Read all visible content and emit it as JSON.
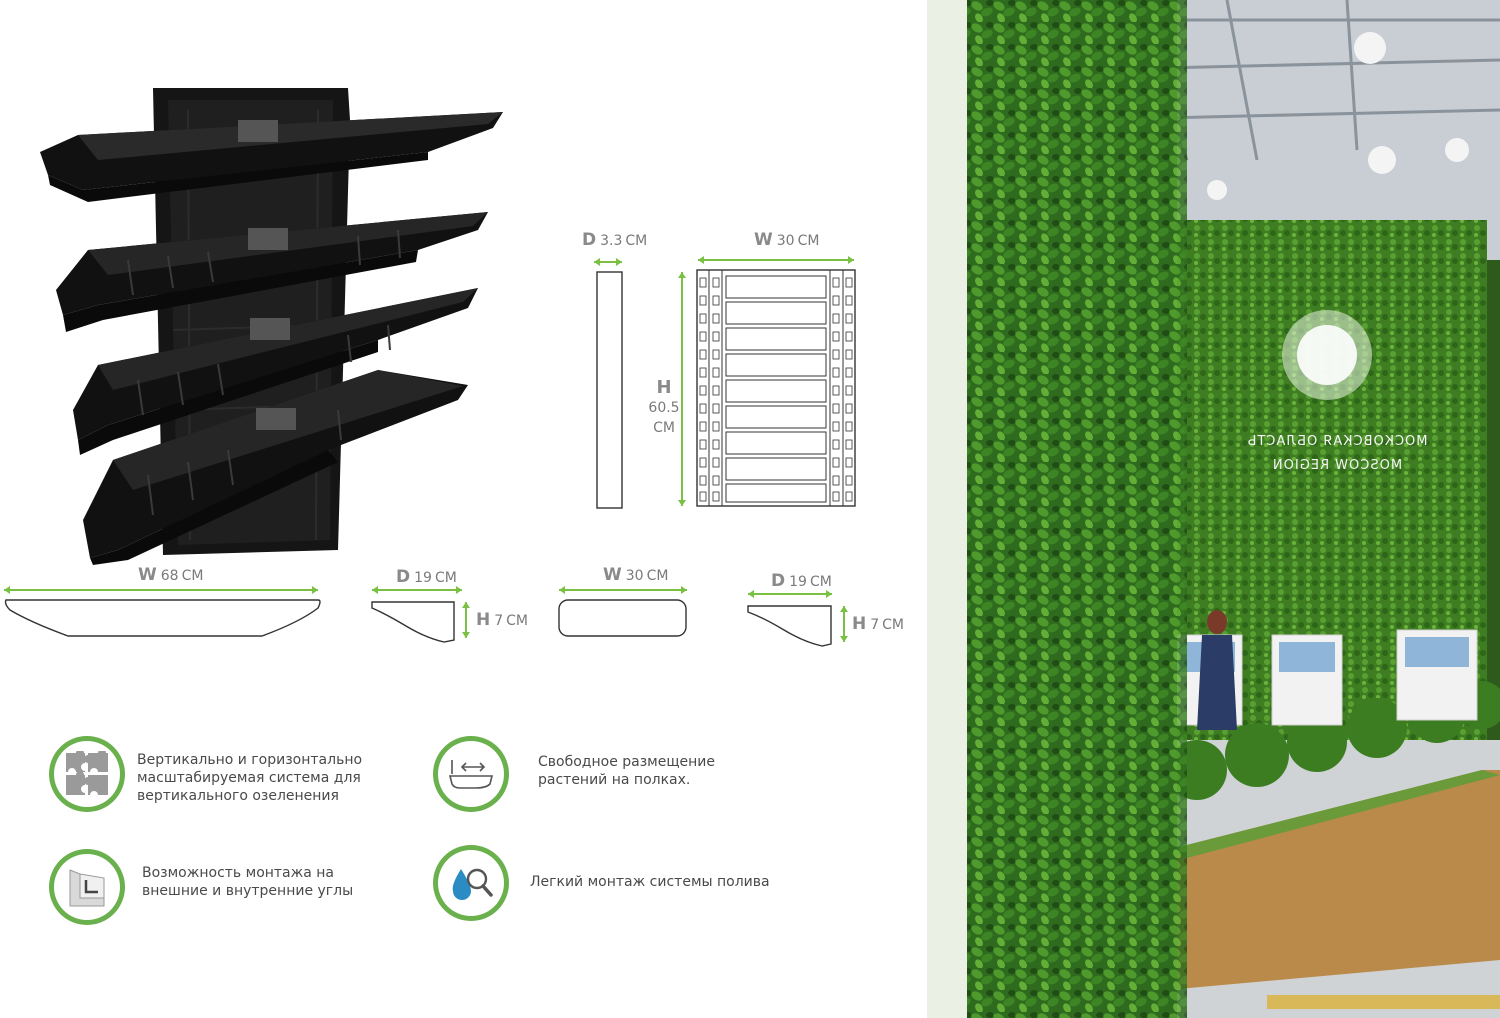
{
  "dimensions": {
    "panel_depth": {
      "letter": "D",
      "value": "3.3",
      "unit": "CM"
    },
    "panel_width": {
      "letter": "W",
      "value": "30",
      "unit": "CM"
    },
    "panel_height": {
      "letter": "H",
      "value": "60.5",
      "unit": "CM"
    },
    "large_shelf_width": {
      "letter": "W",
      "value": "68",
      "unit": "CM"
    },
    "large_shelf_depth": {
      "letter": "D",
      "value": "19",
      "unit": "CM"
    },
    "large_shelf_height": {
      "letter": "H",
      "value": "7",
      "unit": "CM"
    },
    "small_shelf_width": {
      "letter": "W",
      "value": "30",
      "unit": "CM"
    },
    "small_shelf_depth": {
      "letter": "D",
      "value": "19",
      "unit": "CM"
    },
    "small_shelf_height": {
      "letter": "H",
      "value": "7",
      "unit": "CM"
    }
  },
  "features": [
    {
      "icon": "puzzle-icon",
      "text": "Вертикально и горизонтально масштабируемая система для вертикального озеленения"
    },
    {
      "icon": "shelf-arrow-icon",
      "text": "Свободное размещение растений на полках."
    },
    {
      "icon": "corner-icon",
      "text": "Возможность монтажа на внешние и внутренние углы"
    },
    {
      "icon": "water-drop-icon",
      "text": "Легкий монтаж системы полива"
    }
  ],
  "photo": {
    "sign_line1": "МОСКОВСКАЯ ОБЛАСТЬ",
    "sign_line2": "MOSCOW REGION"
  },
  "colors": {
    "accent_green": "#6ab04c",
    "dimension_line": "#7ac143",
    "outline": "#333333",
    "product_black": "#1a1a1a"
  }
}
